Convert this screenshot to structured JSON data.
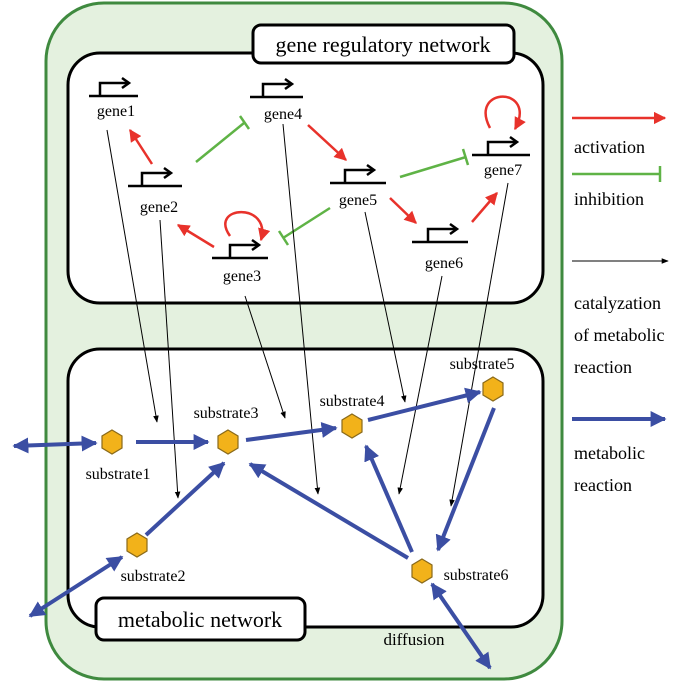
{
  "diagram": {
    "cell_label": "diffusion",
    "grn_title": "gene regulatory network",
    "metabolic_title": "metabolic network",
    "genes": [
      "gene1",
      "gene2",
      "gene3",
      "gene4",
      "gene5",
      "gene6",
      "gene7"
    ],
    "substrates": [
      "substrate1",
      "substrate2",
      "substrate3",
      "substrate4",
      "substrate5",
      "substrate6"
    ]
  },
  "legend": {
    "activation": "activation",
    "inhibition": "inhibition",
    "catalyzation_line1": "catalyzation",
    "catalyzation_line2": "of metabolic",
    "catalyzation_line3": "reaction",
    "metabolic_line1": "metabolic",
    "metabolic_line2": "reaction"
  },
  "colors": {
    "cell_border": "#3f8a3f",
    "cell_fill": "#e4f1df",
    "activation": "#e8322b",
    "inhibition": "#5fb346",
    "catalyzation": "#000000",
    "metabolic": "#3b4ea3",
    "substrate_fill": "#f2b21a"
  }
}
